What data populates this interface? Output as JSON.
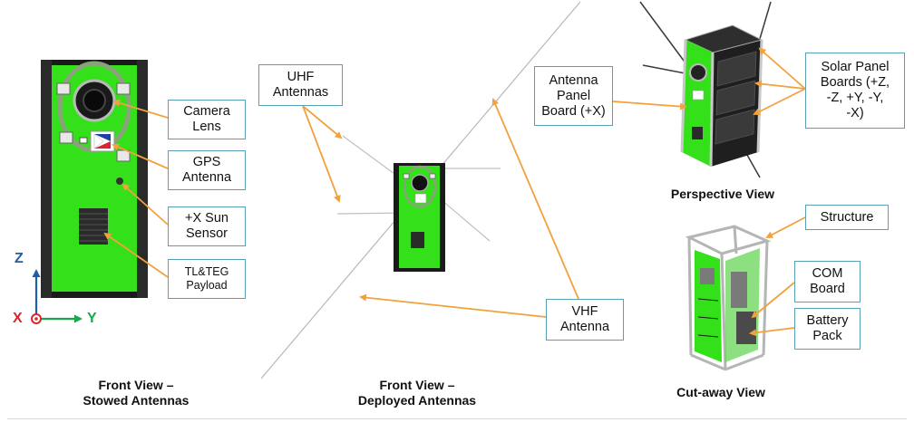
{
  "labels": {
    "camera_lens": "Camera\nLens",
    "gps_antenna": "GPS\nAntenna",
    "sun_sensor": "+X Sun\nSensor",
    "payload": "TL&TEG\nPayload",
    "uhf_antennas": "UHF\nAntennas",
    "vhf_antenna": "VHF\nAntenna",
    "antenna_panel": "Antenna\nPanel\nBoard (+X)",
    "solar_panels": "Solar Panel\nBoards (+Z,\n-Z, +Y, -Y,\n-X)",
    "structure": "Structure",
    "com_board": "COM\nBoard",
    "battery_pack": "Battery\nPack"
  },
  "captions": {
    "front_stowed": "Front View –\nStowed Antennas",
    "front_deployed": "Front View –\nDeployed Antennas",
    "perspective": "Perspective View",
    "cutaway": "Cut-away View"
  },
  "axes": {
    "z": "Z",
    "x": "X",
    "y": "Y"
  },
  "colors": {
    "panel_green": "#33e01a",
    "frame_dark": "#1a1a1a",
    "arrow_orange": "#f2a13c",
    "box_border": "#5b9fb4",
    "axis_blue": "#1f5fa8",
    "axis_green": "#1aa84a",
    "axis_red": "#d8262e"
  }
}
